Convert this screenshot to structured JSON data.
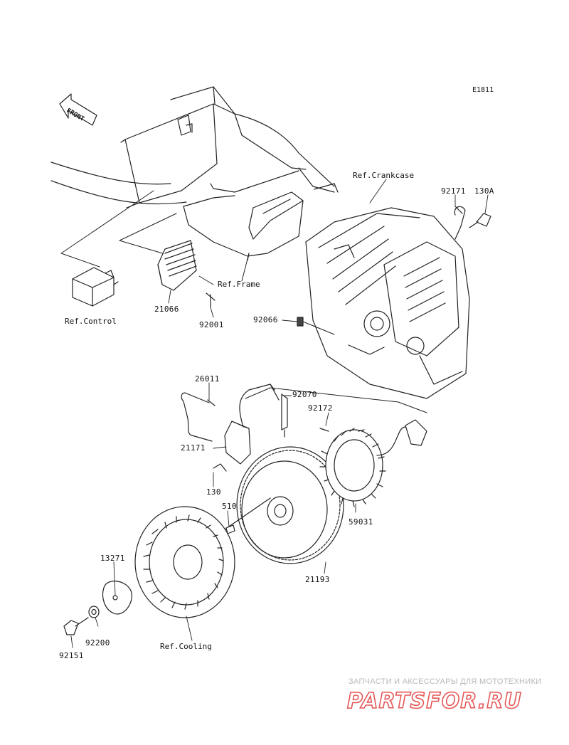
{
  "diagram_code": "E1811",
  "front_label": "FRONT",
  "refs": {
    "crankcase": "Ref.Crankcase",
    "frame": "Ref.Frame",
    "control": "Ref.Control",
    "cooling": "Ref.Cooling"
  },
  "parts": {
    "p92171": "92171",
    "p130A": "130A",
    "p21066": "21066",
    "p92001": "92001",
    "p92066": "92066",
    "p26011": "26011",
    "p92070": "92070",
    "p92172": "92172",
    "p21171": "21171",
    "p130": "130",
    "p510": "510",
    "p59031": "59031",
    "p13271": "13271",
    "p21193": "21193",
    "p92200": "92200",
    "p92151": "92151"
  },
  "watermark": {
    "subtitle": "ЗАПЧАСТИ И АКСЕССУАРЫ ДЛЯ МОТОТЕХНИКИ",
    "logo": "PARTSFOR.RU",
    "accent": "#e03a3a"
  }
}
